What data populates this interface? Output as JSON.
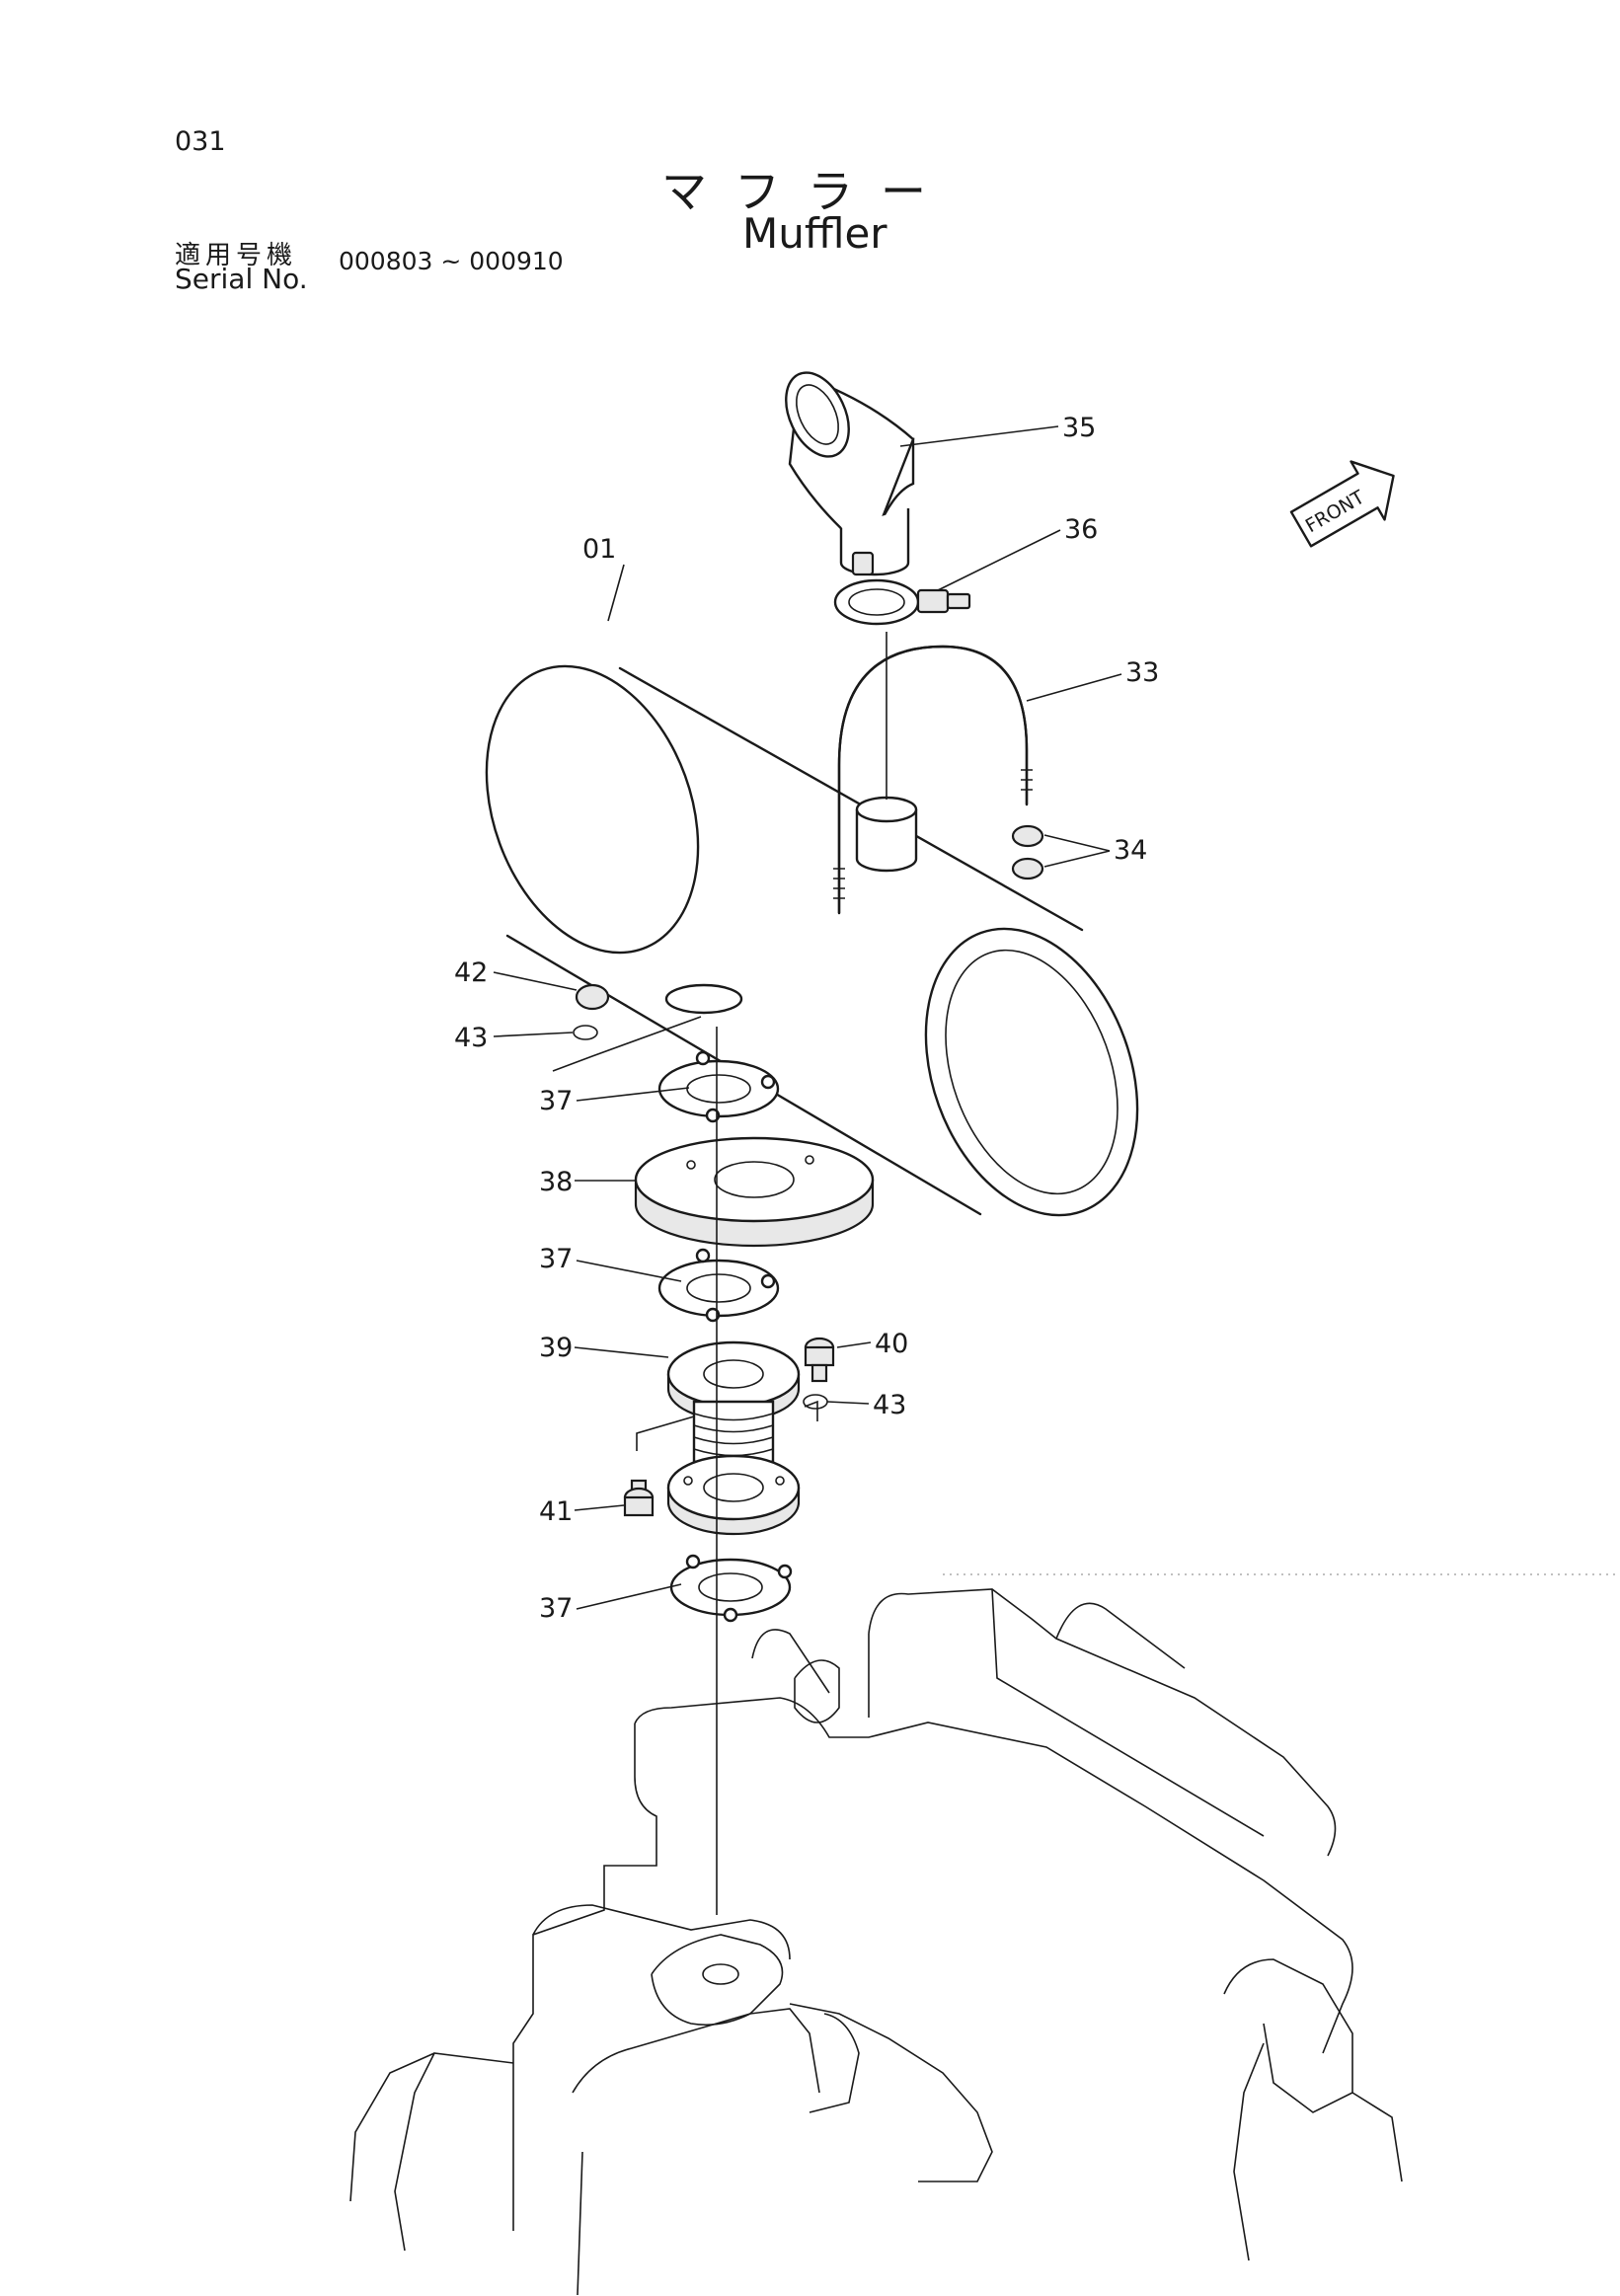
{
  "page": {
    "number": "031",
    "title_jp": "マフラー",
    "title_en": "Muffler",
    "serial_label_jp": "適用号機",
    "serial_label_en": "Serial No.",
    "serial_range": "000803 ~ 000910"
  },
  "front_label": "FRONT",
  "callouts": {
    "c01": "01",
    "c33": "33",
    "c34": "34",
    "c35": "35",
    "c36": "36",
    "c37a": "37",
    "c37b": "37",
    "c37c": "37",
    "c38": "38",
    "c39": "39",
    "c40": "40",
    "c41": "41",
    "c42": "42",
    "c43a": "43",
    "c43b": "43"
  }
}
